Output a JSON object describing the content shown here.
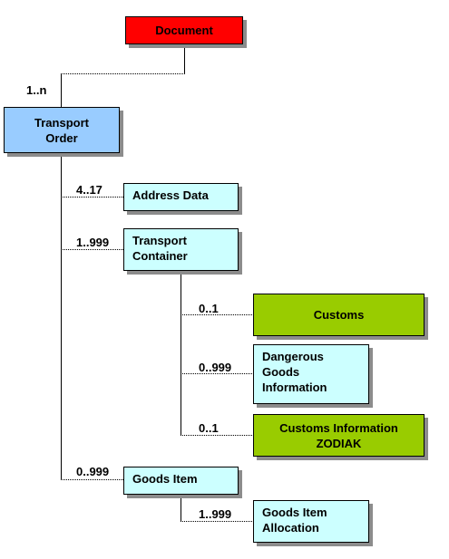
{
  "colors": {
    "document": "#ff0000",
    "transport_order": "#99ccff",
    "default_node": "#ccffff",
    "customs": "#99cc00"
  },
  "nodes": {
    "document": "Document",
    "transport_order": "Transport\nOrder",
    "address_data": "Address Data",
    "transport_container": "Transport\nContainer",
    "customs": "Customs",
    "dangerous_goods": "Dangerous\nGoods\nInformation",
    "customs_information_zodiak": "Customs Information\nZODIAK",
    "goods_item": "Goods Item",
    "goods_item_allocation": "Goods Item\nAllocation"
  },
  "multiplicities": {
    "transport_order": "1..n",
    "address_data": "4..17",
    "transport_container": "1..999",
    "customs": "0..1",
    "dangerous_goods": "0..999",
    "customs_information_zodiak": "0..1",
    "goods_item": "0..999",
    "goods_item_allocation": "1..999"
  }
}
